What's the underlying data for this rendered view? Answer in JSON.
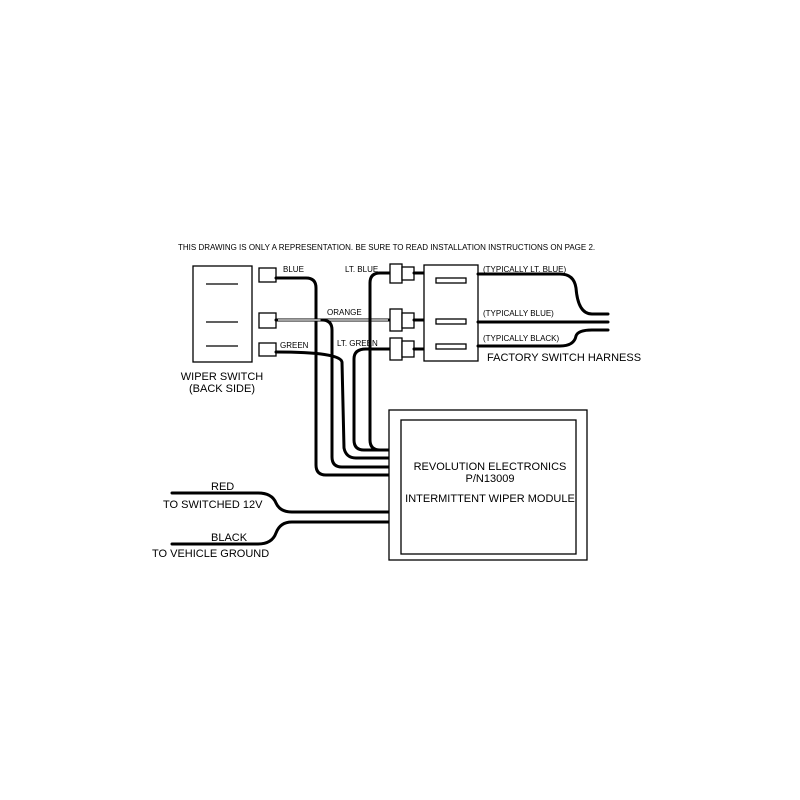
{
  "note": "THIS DRAWING IS ONLY A REPRESENTATION.  BE SURE TO READ INSTALLATION INSTRUCTIONS ON PAGE 2.",
  "wiper_switch": {
    "line1": "WIPER SWITCH",
    "line2": "(BACK SIDE)"
  },
  "wires": {
    "blue": "BLUE",
    "orange": "ORANGE",
    "green": "GREEN",
    "lt_blue": "LT. BLUE",
    "lt_green": "LT. GREEN"
  },
  "harness": {
    "title": "FACTORY SWITCH HARNESS",
    "pins": [
      "(TYPICALLY  LT. BLUE)",
      "(TYPICALLY  BLUE)",
      "(TYPICALLY  BLACK)"
    ]
  },
  "module": {
    "line1": "REVOLUTION ELECTRONICS",
    "line2": "P/N13009",
    "line3": "INTERMITTENT  WIPER MODULE"
  },
  "power": {
    "red": "RED",
    "red_dest": "TO SWITCHED 12V",
    "black": "BLACK",
    "black_dest": "TO VEHICLE GROUND"
  }
}
